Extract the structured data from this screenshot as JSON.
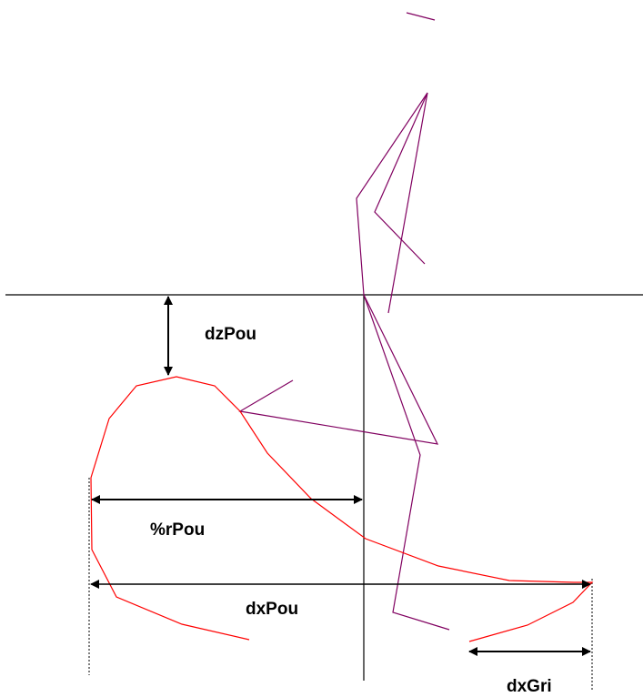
{
  "labels": {
    "dz_pou": "dzPou",
    "r_pou": "%rPou",
    "dx_pou": "dxPou",
    "dx_gri": "dxGri"
  },
  "colors": {
    "axes": "#000000",
    "figure": "#800060",
    "contour": "#ff0000",
    "arrows": "#000000"
  }
}
